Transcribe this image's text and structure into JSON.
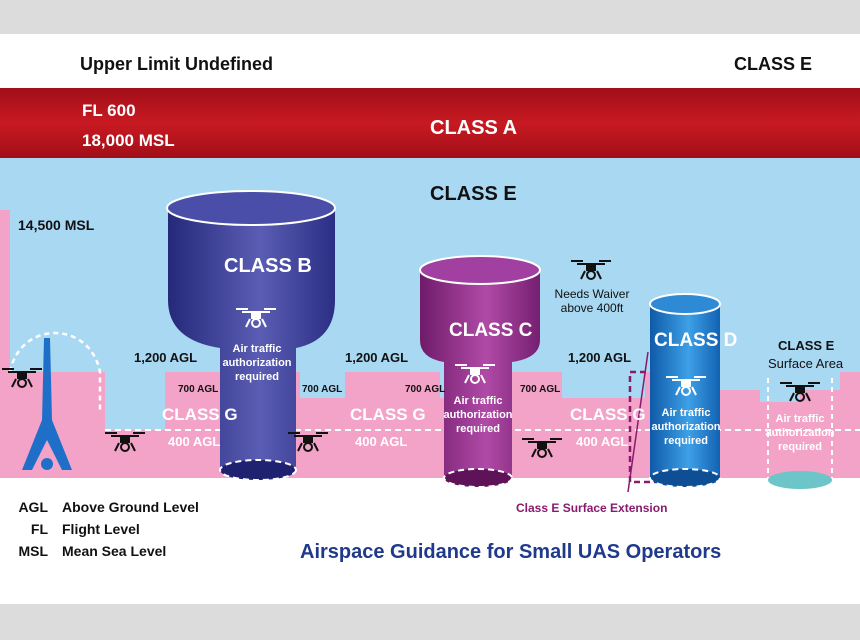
{
  "top": {
    "upper_limit": "Upper Limit Undefined",
    "class_e_top": "CLASS E"
  },
  "class_a_band": {
    "fl_label": "FL 600",
    "msl_label": "18,000 MSL",
    "class_label": "CLASS A"
  },
  "class_e_band": {
    "class_label": "CLASS E",
    "msl_label": "14,500 MSL"
  },
  "class_b": {
    "label": "CLASS B",
    "note_line1": "Air traffic",
    "note_line2": "authorization",
    "note_line3": "required"
  },
  "class_c": {
    "label": "CLASS C",
    "note_line1": "Air traffic",
    "note_line2": "authorization",
    "note_line3": "required"
  },
  "class_d": {
    "label": "CLASS D",
    "note_line1": "Air traffic",
    "note_line2": "authorization",
    "note_line3": "required"
  },
  "class_e_surface": {
    "label_line1": "CLASS E",
    "label_line2": "Surface Area",
    "note_line1": "Air traffic",
    "note_line2": "authorization",
    "note_line3": "required"
  },
  "waiver": {
    "line1": "Needs Waiver",
    "line2": "above 400ft"
  },
  "altitudes": {
    "agl_1200": "1,200 AGL",
    "agl_700": "700 AGL",
    "agl_400": "400 AGL"
  },
  "class_g": {
    "label": "CLASS G"
  },
  "surface_extension": {
    "label": "Class E Surface Extension"
  },
  "legend": [
    {
      "abbr": "AGL",
      "meaning": "Above Ground Level"
    },
    {
      "abbr": "FL",
      "meaning": "Flight Level"
    },
    {
      "abbr": "MSL",
      "meaning": "Mean Sea Level"
    }
  ],
  "footer": {
    "title": "Airspace Guidance for Small UAS Operators"
  },
  "colors": {
    "class_a": "#c0161e",
    "class_e": "#a8d8f2",
    "class_g": "#f3a3c8",
    "class_b": "#3a3d96",
    "class_c": "#8e2a86",
    "class_d": "#1976c8",
    "surface_e": "#6cc6c9",
    "title": "#1f3a8a",
    "extension": "#8a1a6e"
  },
  "icons": [
    "drone-icon",
    "tower-icon"
  ]
}
